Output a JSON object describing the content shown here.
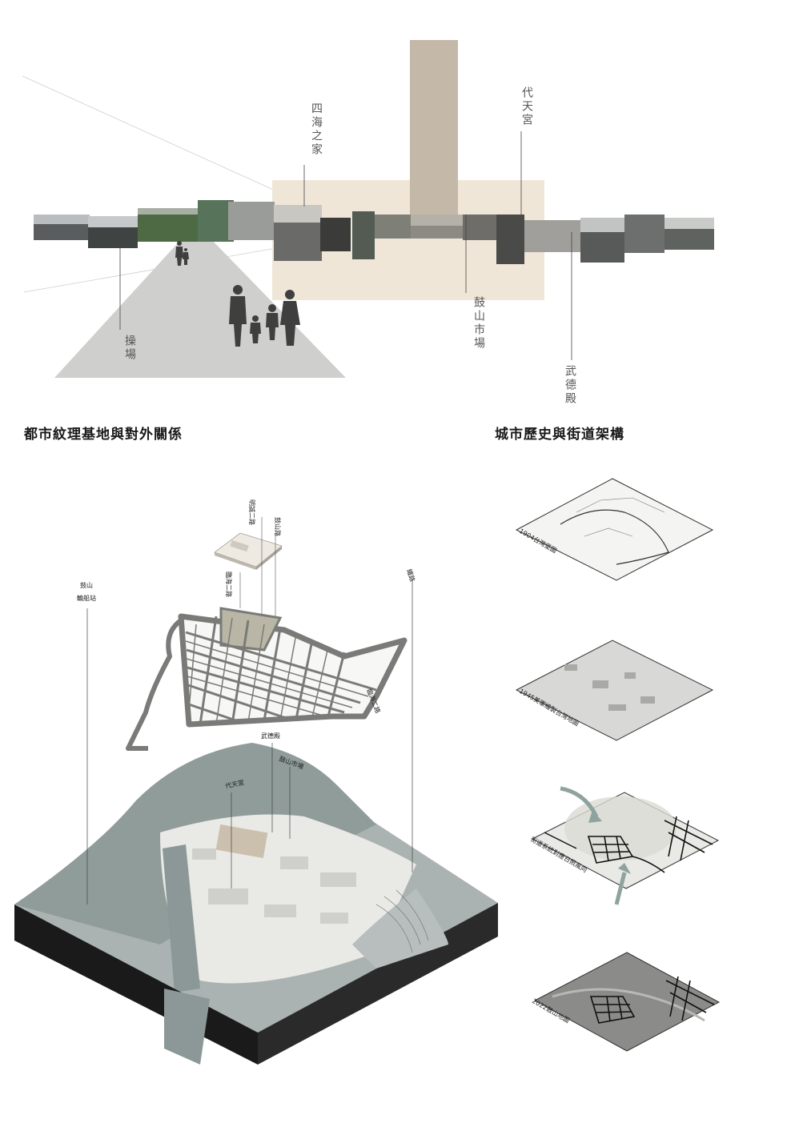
{
  "panorama": {
    "landmarks": {
      "sihai": "四海之家",
      "daitian": "代天宮",
      "caochang": "操場",
      "gushan_market": "鼓山市場",
      "wude": "武德殿"
    }
  },
  "titles": {
    "left": "都市紋理基地與對外關係",
    "right": "城市歷史與街道架構"
  },
  "axonometric": {
    "labels": {
      "mingcheng": "明誠二路",
      "gushan_road": "鼓山路",
      "linhai": "臨海二路",
      "ferry": "鼓山\n輪船站",
      "railway": "鐵路",
      "road_right": "臨海二路",
      "wude": "武德殿",
      "market": "鼓山市場",
      "daitian": "代天宮"
    }
  },
  "history_maps": [
    {
      "caption": "1904台灣堡圖",
      "tone": "#f4f4f2"
    },
    {
      "caption": "1945美軍繪製台灣地圖",
      "tone": "#d8d8d6"
    },
    {
      "caption": "街道系統對應日照風向",
      "tone": "#e9e9e6"
    },
    {
      "caption": "2022鼓山地圖",
      "tone": "#8b8b89"
    }
  ]
}
